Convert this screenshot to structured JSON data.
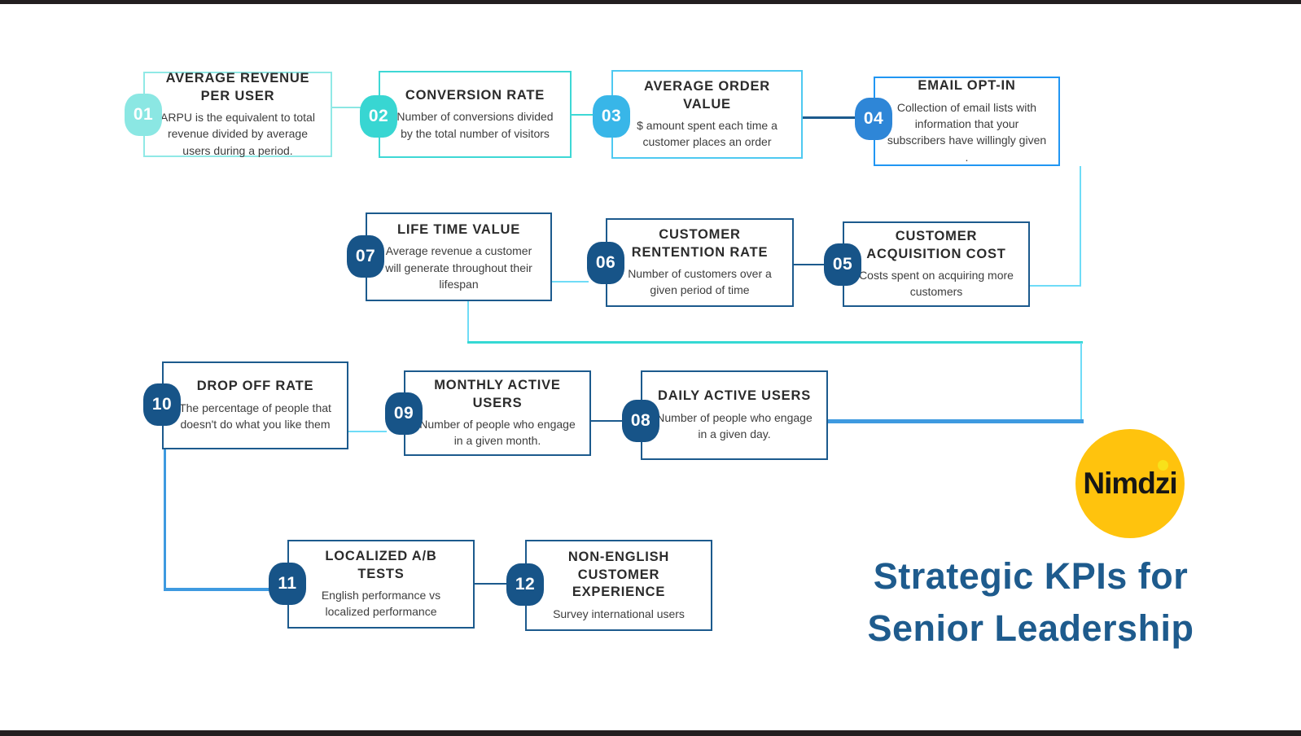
{
  "page": {
    "background": "#ffffff",
    "frame_bar_color": "#231f20"
  },
  "title": {
    "line1": "Strategic KPIs for",
    "line2": "Senior Leadership",
    "color": "#1E5B8D"
  },
  "logo": {
    "text": "Nimdzi",
    "circle_color": "#FFC30D",
    "text_color": "#161616",
    "dot_color": "#F8E11A"
  },
  "line_colors": {
    "aqua": "#8BE7E3",
    "teal": "#3ED8D5",
    "cyan": "#6FDCF7",
    "turquoise": "#35D9D4",
    "blue": "#3E9AE0",
    "navy": "#1C5A8D"
  },
  "kpis": [
    {
      "number": "01",
      "title": "AVERAGE REVENUE PER USER",
      "description": "ARPU is the equivalent to total revenue divided by average users during a period.",
      "badge_color": "#8BE7E3",
      "border_color": "#90E9E6"
    },
    {
      "number": "02",
      "title": "CONVERSION RATE",
      "description": "Number of conversions divided by the total number of visitors",
      "badge_color": "#38D6D2",
      "border_color": "#3ED8D5"
    },
    {
      "number": "03",
      "title": "AVERAGE ORDER VALUE",
      "description": "$ amount spent each time a customer places an order",
      "badge_color": "#38B6E8",
      "border_color": "#4EC9F1"
    },
    {
      "number": "04",
      "title": "EMAIL OPT-IN",
      "description": "Collection of email lists with information that your subscribers have willingly given .",
      "badge_color": "#2E86D7",
      "border_color": "#2196F3"
    },
    {
      "number": "05",
      "title": "CUSTOMER ACQUISITION COST",
      "description": "Costs spent on acquiring more customers",
      "badge_color": "#175488",
      "border_color": "#1C5A8D"
    },
    {
      "number": "06",
      "title": "CUSTOMER RENTENTION RATE",
      "description": "Number of customers  over a given period of time",
      "badge_color": "#175488",
      "border_color": "#1C5A8D"
    },
    {
      "number": "07",
      "title": "LIFE TIME VALUE",
      "description": "Average revenue  a customer will generate throughout their lifespan",
      "badge_color": "#175488",
      "border_color": "#1C5A8D"
    },
    {
      "number": "08",
      "title": "DAILY ACTIVE USERS",
      "description": "Number of people who engage in a given day.",
      "badge_color": "#175488",
      "border_color": "#1C5A8D"
    },
    {
      "number": "09",
      "title": "MONTHLY ACTIVE USERS",
      "description": "Number of people who engage in a given month.",
      "badge_color": "#175488",
      "border_color": "#1C5A8D"
    },
    {
      "number": "10",
      "title": "DROP OFF RATE",
      "description": "The percentage of people that doesn't do what you like them",
      "badge_color": "#175488",
      "border_color": "#1C5A8D"
    },
    {
      "number": "11",
      "title": "LOCALIZED A/B TESTS",
      "description": "English performance vs localized performance",
      "badge_color": "#175488",
      "border_color": "#1C5A8D"
    },
    {
      "number": "12",
      "title": "NON-ENGLISH CUSTOMER EXPERIENCE",
      "description": "Survey international users",
      "badge_color": "#175488",
      "border_color": "#1C5A8D"
    }
  ]
}
